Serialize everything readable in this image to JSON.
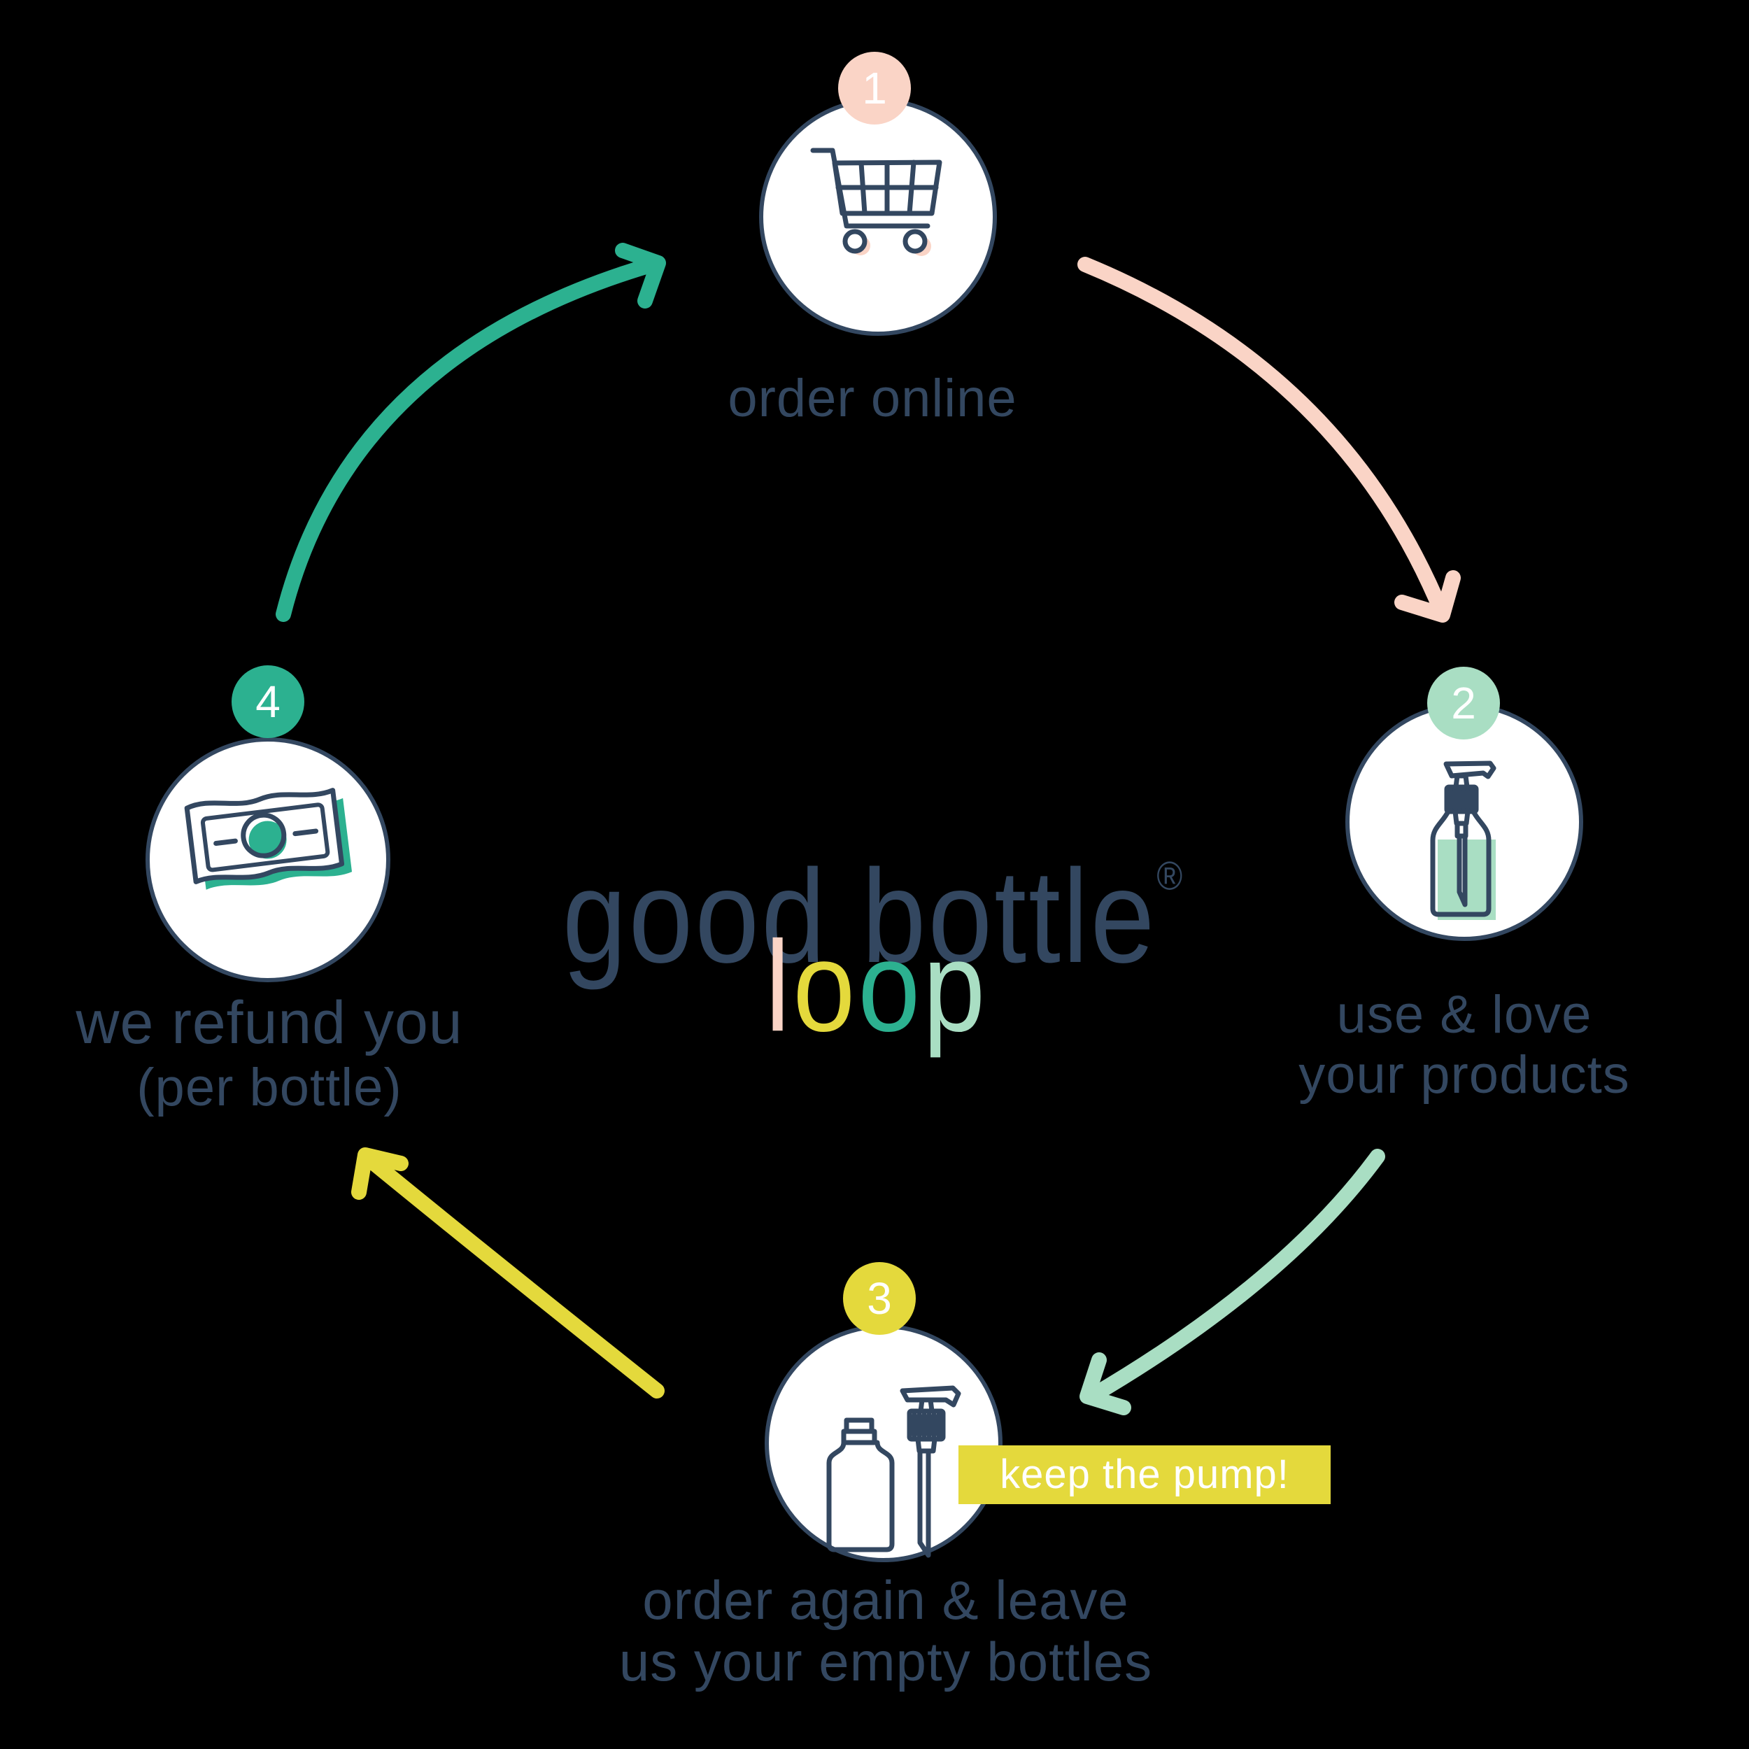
{
  "colors": {
    "background": "#000000",
    "navy": "#334760",
    "pink": "#FAD4C6",
    "yellow": "#E4D93C",
    "teal": "#2CB190",
    "mint": "#A9DEC3",
    "white": "#FFFFFF"
  },
  "center": {
    "brand": "good bottle",
    "registered_mark": "®",
    "loop_letters": [
      {
        "char": "l",
        "color_key": "pink"
      },
      {
        "char": "o",
        "color_key": "yellow"
      },
      {
        "char": "o",
        "color_key": "teal"
      },
      {
        "char": "p",
        "color_key": "mint"
      }
    ]
  },
  "steps": [
    {
      "number": "1",
      "icon": "shopping-cart-icon",
      "badge_color_key": "pink",
      "label_lines": [
        "order online"
      ]
    },
    {
      "number": "2",
      "icon": "pump-bottle-icon",
      "badge_color_key": "mint",
      "label_lines": [
        "use & love",
        "your products"
      ]
    },
    {
      "number": "3",
      "icon": "bottle-and-pump-icon",
      "badge_color_key": "yellow",
      "label_lines": [
        "order again & leave",
        "us your empty bottles"
      ],
      "callout": "keep the pump!"
    },
    {
      "number": "4",
      "icon": "money-bill-icon",
      "badge_color_key": "teal",
      "label_lines": [
        "we refund you",
        "(per bottle)"
      ]
    }
  ],
  "arrows": [
    {
      "name": "arrow-step4-to-step1",
      "color_key": "teal"
    },
    {
      "name": "arrow-step1-to-step2",
      "color_key": "pink"
    },
    {
      "name": "arrow-step2-to-step3",
      "color_key": "mint"
    },
    {
      "name": "arrow-step3-to-step4",
      "color_key": "yellow"
    }
  ]
}
